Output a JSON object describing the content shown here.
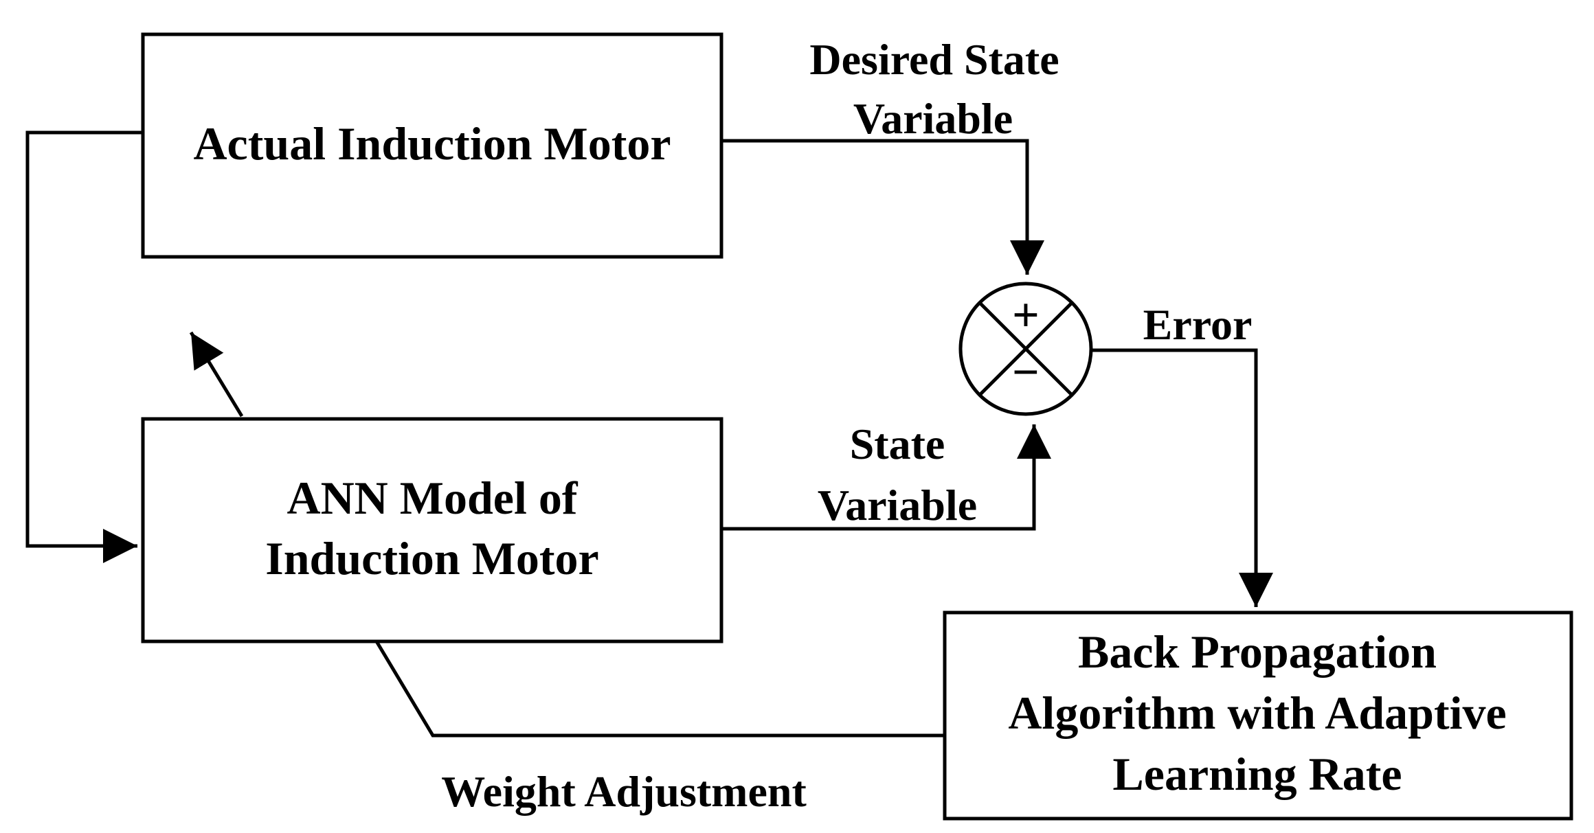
{
  "nodes": {
    "actual_motor": {
      "label": "Actual Induction Motor"
    },
    "ann_model": {
      "lines": [
        "ANN Model  of",
        "Induction Motor"
      ]
    },
    "backprop": {
      "lines": [
        "Back Propagation",
        "Algorithm with Adaptive",
        "Learning Rate"
      ]
    },
    "summing_junction": {
      "plus": "+",
      "minus": "−"
    }
  },
  "edges": {
    "desired": {
      "lines": [
        "Desired   State",
        "Variable"
      ]
    },
    "state": {
      "lines": [
        "State",
        "Variable"
      ]
    },
    "error": {
      "label": "Error"
    },
    "weight": {
      "label": "Weight Adjustment"
    }
  },
  "colors": {
    "stroke": "#000000",
    "background": "#ffffff"
  }
}
